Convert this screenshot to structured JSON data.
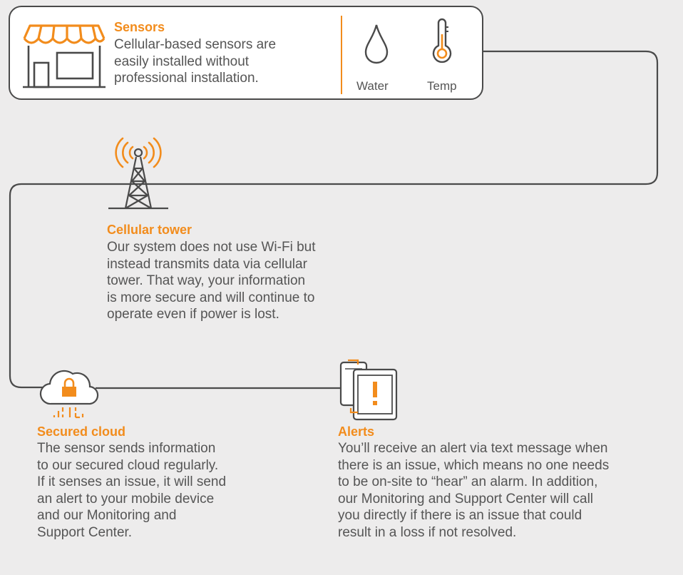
{
  "sensors": {
    "title": "Sensors",
    "body": [
      "Cellular-based sensors are",
      "easily installed without",
      "professional installation."
    ],
    "water_label": "Water",
    "temp_label": "Temp"
  },
  "tower": {
    "title": "Cellular tower",
    "body": [
      "Our system does not use Wi-Fi but",
      "instead transmits data via cellular",
      "tower. That way, your information",
      "is more secure and will continue to",
      "operate even if power is lost."
    ]
  },
  "cloud": {
    "title": "Secured cloud",
    "body": [
      "The sensor sends information",
      "to our secured cloud regularly.",
      "If it senses an issue, it will send",
      "an alert to your mobile device",
      "and our Monitoring and",
      "Support Center."
    ]
  },
  "alerts": {
    "title": "Alerts",
    "body": [
      "You’ll receive an alert via text message when",
      "there is an issue, which means no one needs",
      "to be on-site to “hear” an alarm. In addition,",
      "our Monitoring and Support Center will call",
      "you directly if there is an issue that could",
      "result in a loss if not resolved."
    ]
  },
  "icons": [
    "storefront-icon",
    "water-drop-icon",
    "thermometer-icon",
    "cell-tower-icon",
    "cloud-lock-icon",
    "alert-device-icon"
  ],
  "colors": {
    "accent": "#f28c1c",
    "line": "#4a4a4a",
    "text": "#555555",
    "background": "#edecec"
  }
}
